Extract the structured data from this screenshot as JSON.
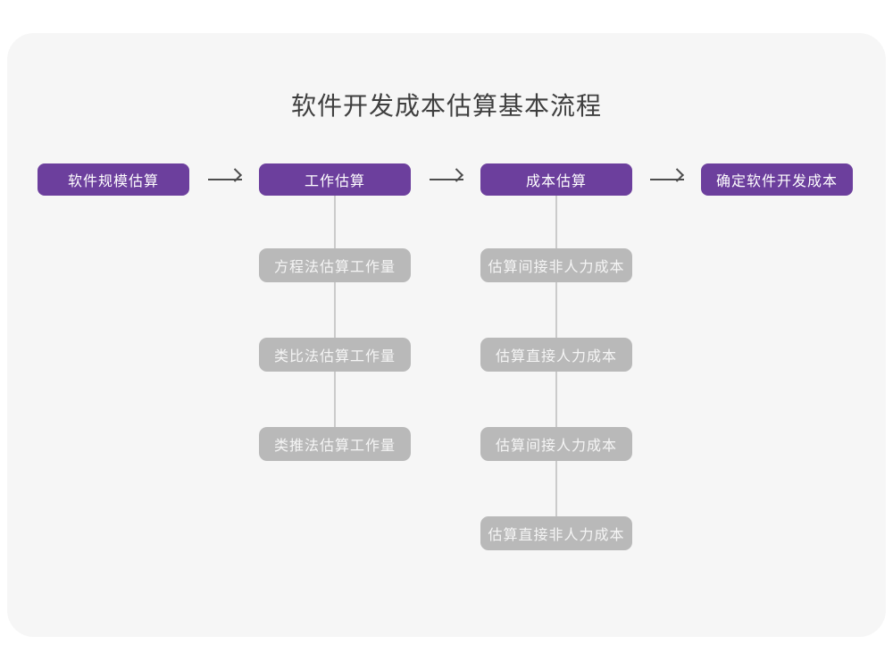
{
  "title": "软件开发成本估算基本流程",
  "flow": {
    "stages": [
      {
        "label": "软件规模估算",
        "children": []
      },
      {
        "label": "工作估算",
        "children": [
          "方程法估算工作量",
          "类比法估算工作量",
          "类推法估算工作量"
        ]
      },
      {
        "label": "成本估算",
        "children": [
          "估算间接非人力成本",
          "估算直接人力成本",
          "估算间接人力成本",
          "估算直接非人力成本"
        ]
      },
      {
        "label": "确定软件开发成本",
        "children": []
      }
    ]
  },
  "colors": {
    "stage_box": "#6C3F9D",
    "sub_box": "#B9B9B9",
    "card_background": "#F6F6F6",
    "page_background": "#FFFFFF",
    "connector_line": "#CBCBCB",
    "arrow": "#4D4D4D",
    "title_text": "#3F3F3F",
    "box_text": "#FFFFFF"
  }
}
